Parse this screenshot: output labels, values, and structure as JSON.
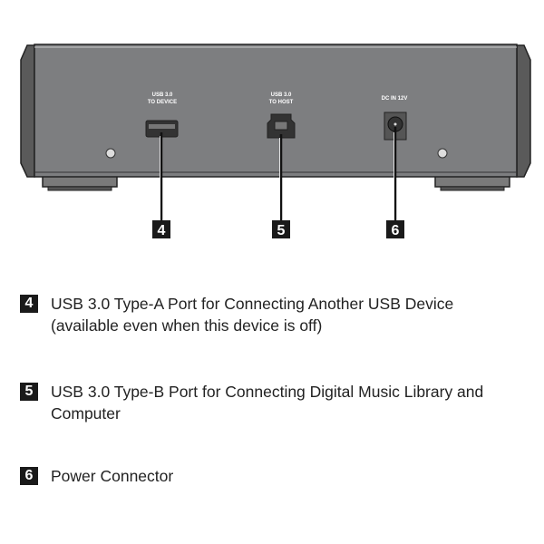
{
  "panel_labels": {
    "usb_a_line1": "USB 3.0",
    "usb_a_line2": "TO DEVICE",
    "usb_b_line1": "USB 3.0",
    "usb_b_line2": "TO HOST",
    "dc": "DC IN 12V"
  },
  "callouts": [
    "4",
    "5",
    "6"
  ],
  "legend": [
    {
      "number": "4",
      "text": "USB 3.0 Type-A Port for Connecting Another USB Device (available even when this device is off)"
    },
    {
      "number": "5",
      "text": "USB 3.0 Type-B Port for Connecting Digital Music Library and Computer"
    },
    {
      "number": "6",
      "text": "Power Connector"
    }
  ]
}
